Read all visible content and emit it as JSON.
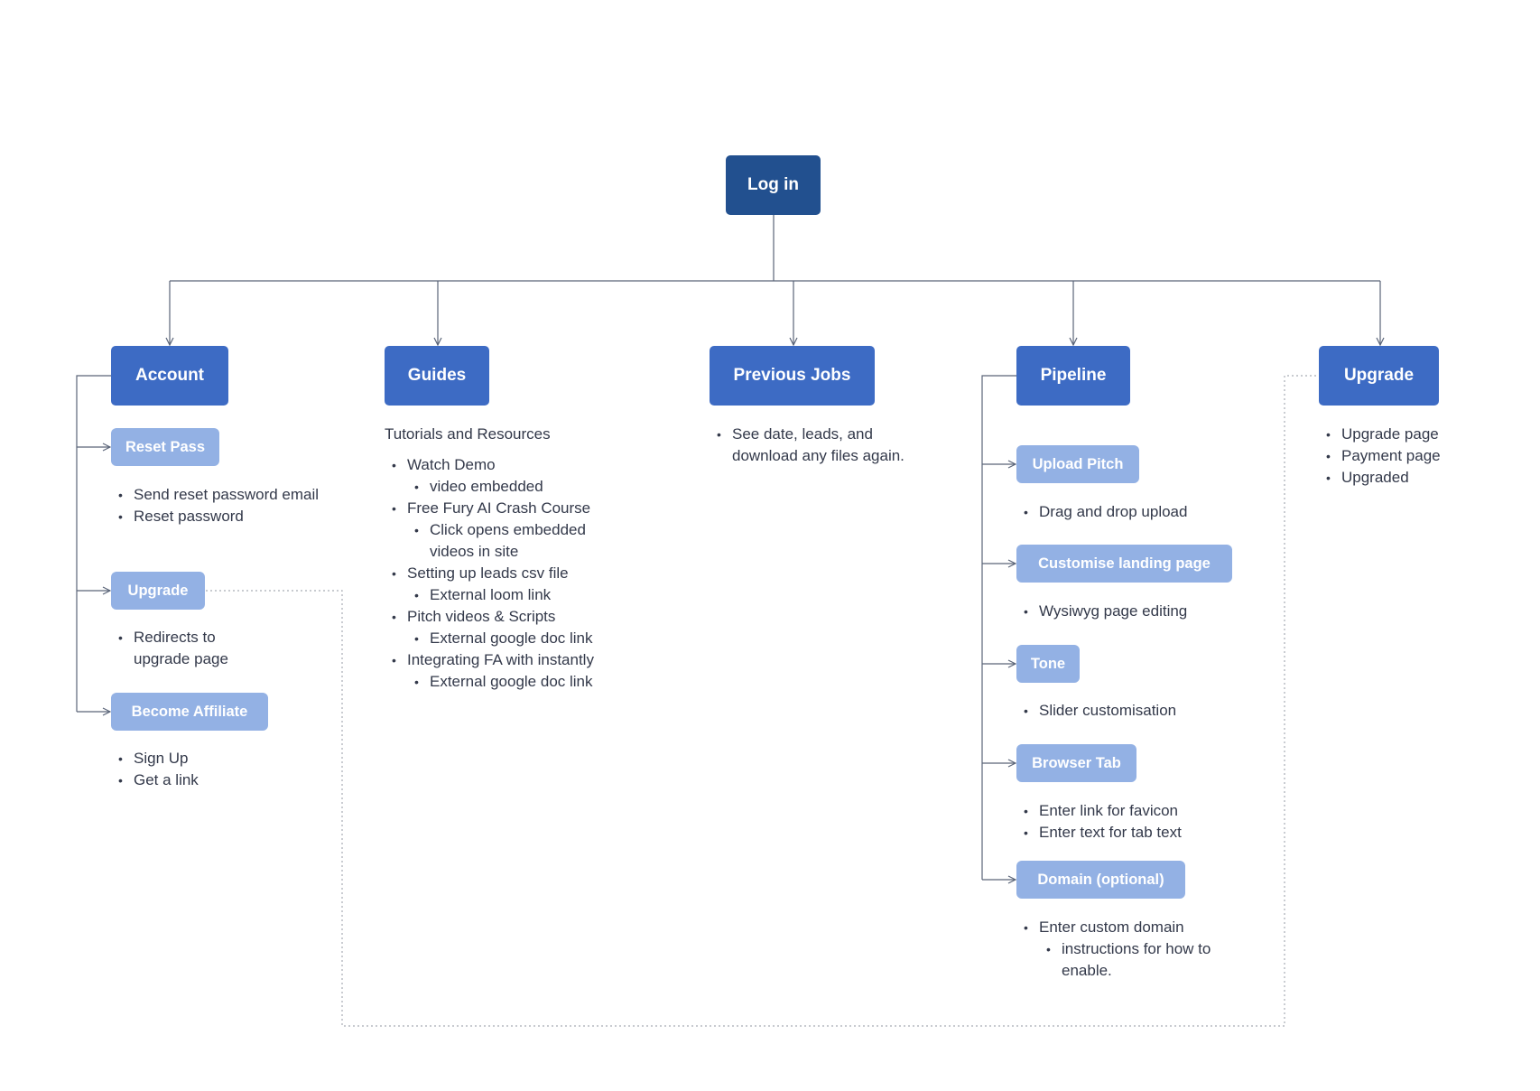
{
  "root": {
    "label": "Log in"
  },
  "account": {
    "label": "Account",
    "children": [
      {
        "label": "Reset Pass",
        "bullets": [
          "Send reset password email",
          "Reset password"
        ]
      },
      {
        "label": "Upgrade",
        "bullets": [
          "Redirects to upgrade page"
        ]
      },
      {
        "label": "Become Affiliate",
        "bullets": [
          "Sign Up",
          "Get a link"
        ]
      }
    ]
  },
  "guides": {
    "label": "Guides",
    "heading": "Tutorials and Resources",
    "items": [
      {
        "text": "Watch Demo",
        "sub": [
          "video embedded"
        ]
      },
      {
        "text": "Free Fury AI Crash Course",
        "sub": [
          "Click opens embedded videos in site"
        ]
      },
      {
        "text": "Setting up leads csv file",
        "sub": [
          "External loom link"
        ]
      },
      {
        "text": "Pitch videos & Scripts",
        "sub": [
          "External google doc link"
        ]
      },
      {
        "text": "Integrating FA with instantly",
        "sub": [
          "External google doc link"
        ]
      }
    ]
  },
  "previous_jobs": {
    "label": "Previous Jobs",
    "bullets": [
      "See date, leads, and download any files again."
    ]
  },
  "pipeline": {
    "label": "Pipeline",
    "children": [
      {
        "label": "Upload Pitch",
        "bullets": [
          "Drag and drop upload"
        ]
      },
      {
        "label": "Customise landing page",
        "bullets": [
          "Wysiwyg page editing"
        ]
      },
      {
        "label": "Tone",
        "bullets": [
          "Slider customisation"
        ]
      },
      {
        "label": "Browser Tab",
        "bullets": [
          "Enter link for favicon",
          "Enter text for tab text"
        ]
      },
      {
        "label": "Domain (optional)",
        "bullets": [
          "Enter custom domain"
        ],
        "sub": [
          "instructions for how to enable."
        ]
      }
    ]
  },
  "upgrade": {
    "label": "Upgrade",
    "bullets": [
      "Upgrade page",
      "Payment page",
      "Upgraded"
    ]
  },
  "colors": {
    "root": "#22508f",
    "primary": "#3d6bc4",
    "secondary": "#93b1e4",
    "connector": "#5a6478",
    "dotted": "#a8acb4"
  }
}
